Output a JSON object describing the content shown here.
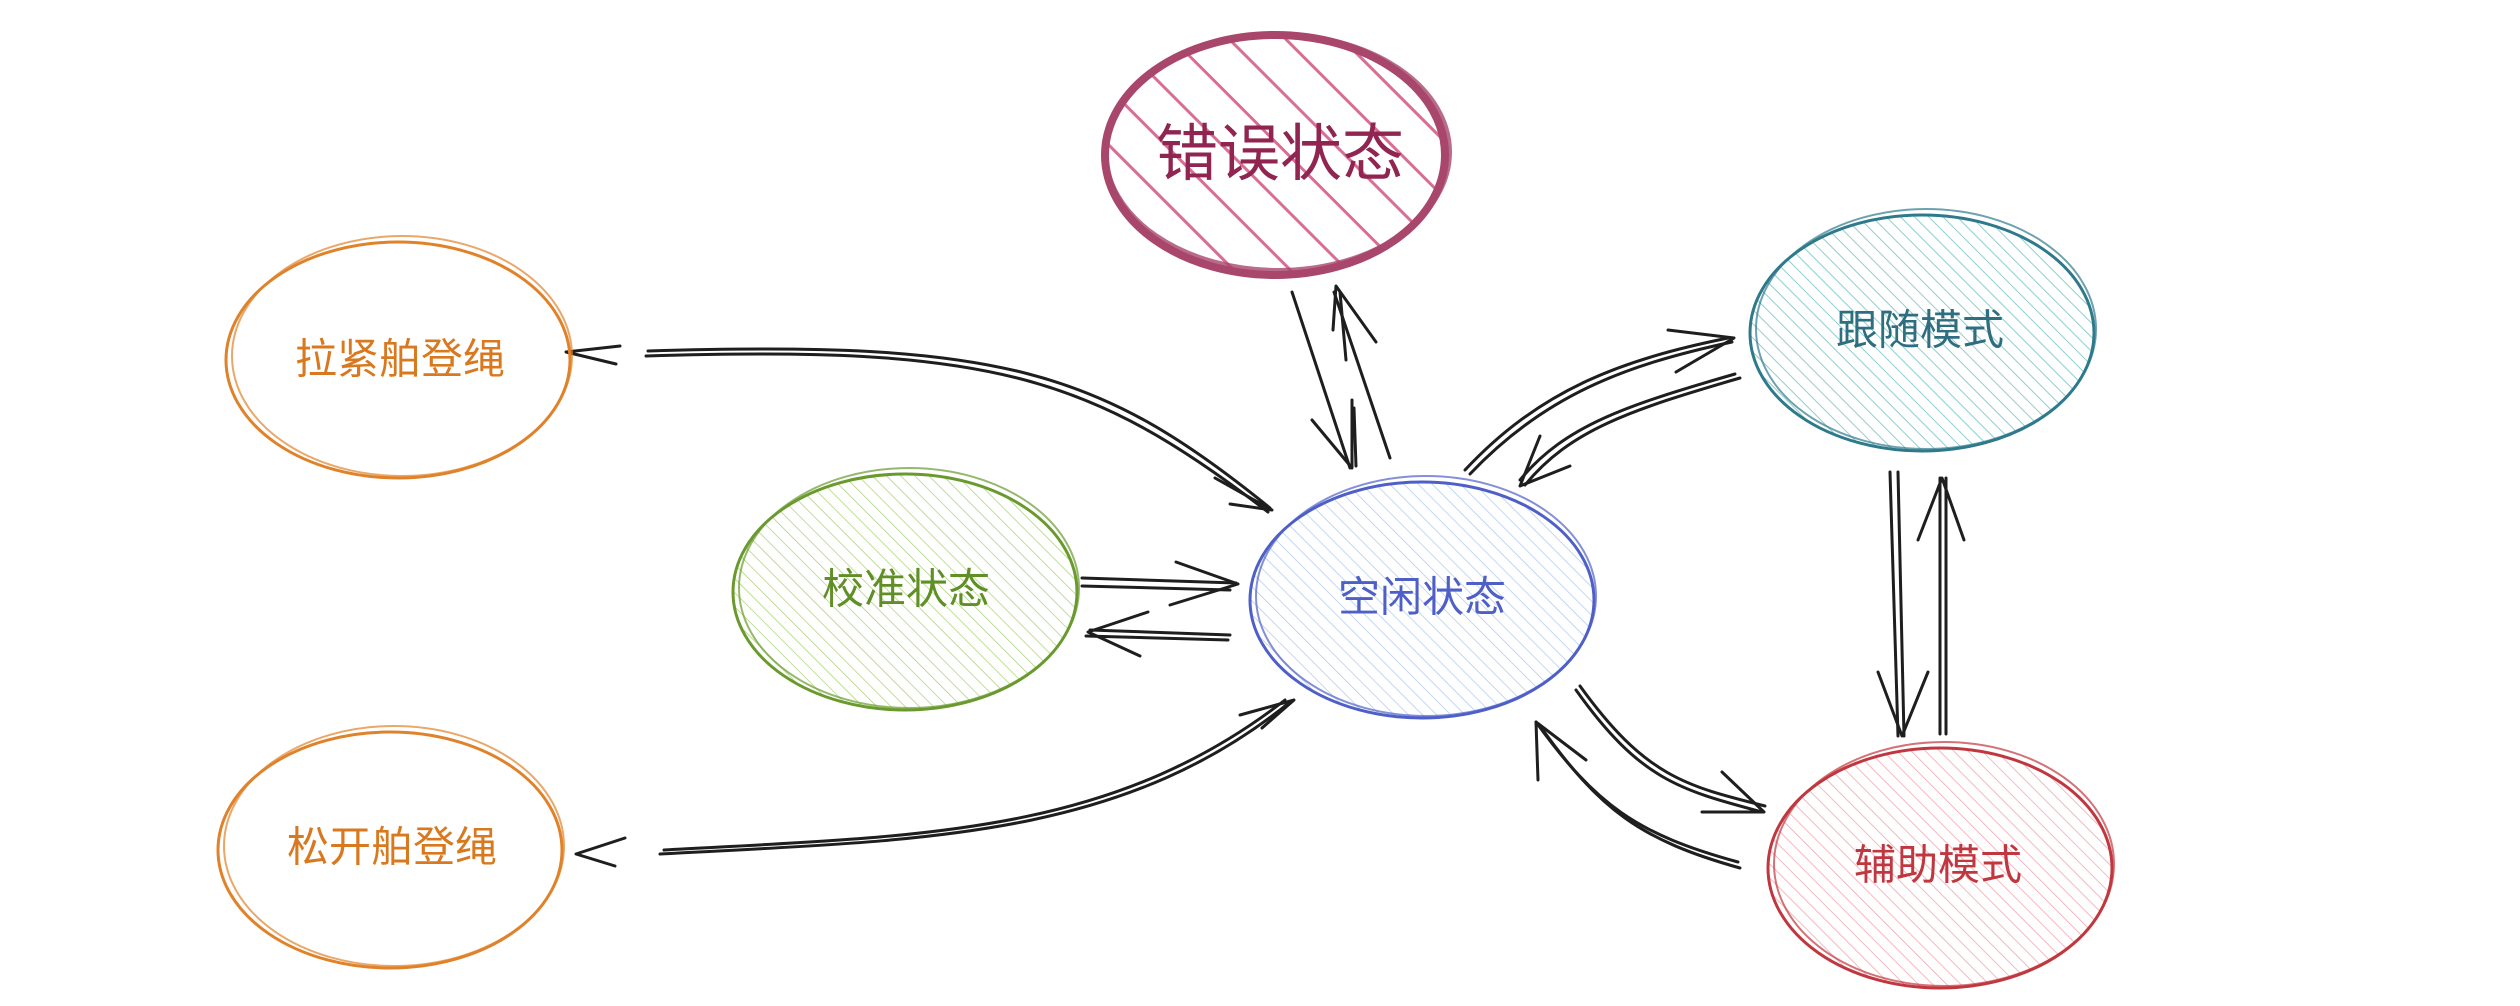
{
  "nodes": {
    "error": {
      "label": "错误状态",
      "stroke": "#a8466b",
      "fill": "#d96d94",
      "text": "#8f2550"
    },
    "tighten": {
      "label": "拉紧舶登绳",
      "stroke": "#e0822a",
      "fill": "#f5b36b",
      "text": "#d9791f"
    },
    "loosen": {
      "label": "松开舶登绳",
      "stroke": "#e0822a",
      "fill": "#f5b36b",
      "text": "#d9791f"
    },
    "calibrate": {
      "label": "校准状态",
      "stroke": "#6a9a2e",
      "fill": "#a6cf6f",
      "text": "#5f8f25"
    },
    "idle": {
      "label": "空闲状态",
      "stroke": "#4f5fc8",
      "fill": "#a9c7ef",
      "text": "#4f5fc8"
    },
    "follow": {
      "label": "跟随模式",
      "stroke": "#2e7a8c",
      "fill": "#8ecfcf",
      "text": "#2e6e80"
    },
    "assist": {
      "label": "辅助模式",
      "stroke": "#c0373f",
      "fill": "#f2a7b0",
      "text": "#c0373f"
    }
  }
}
